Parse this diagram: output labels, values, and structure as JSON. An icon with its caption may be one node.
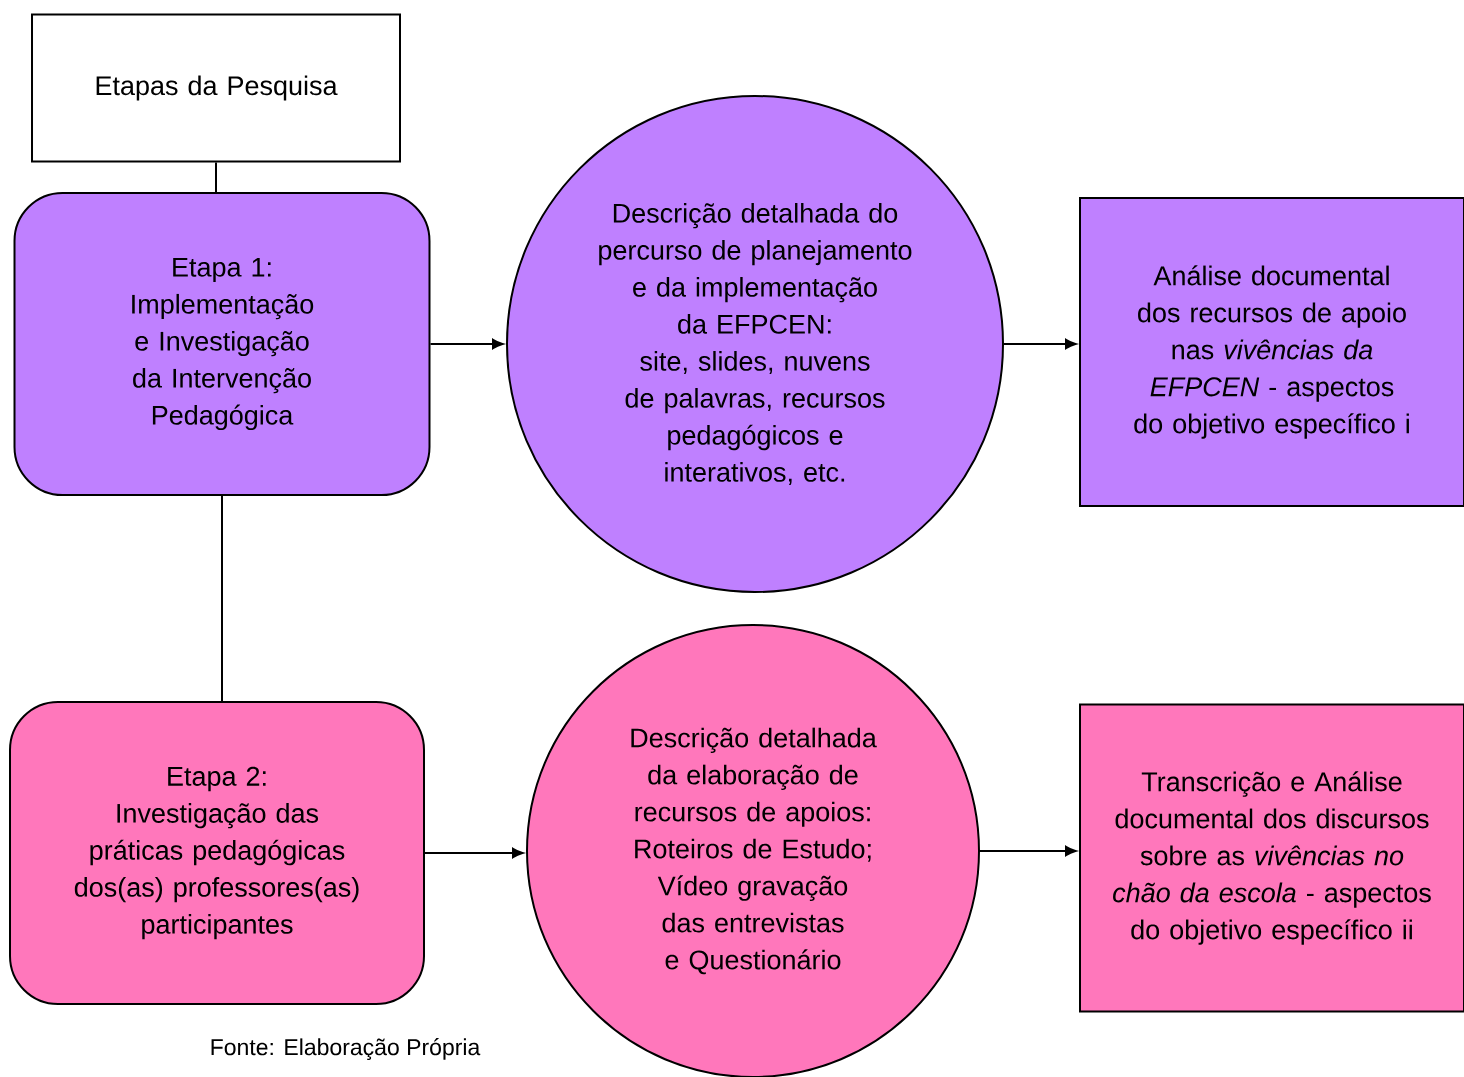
{
  "diagram": {
    "caption": "Fonte: Elaboração Própria",
    "nodes": [
      {
        "text": [
          "Etapas da Pesquisa"
        ]
      },
      {
        "text": [
          "Etapa 1:",
          "Implementação e Investigação da Intervenção Pedagógica"
        ]
      },
      {
        "text": [
          "Descrição detalhada do percurso de planejamento e da implementação da EFPCEN:",
          "site, slides, nuvens de palavras, recursos pedagógicos e interativos, etc."
        ]
      },
      {
        "text": [
          "Análise documental dos recursos de apoio nas *vivências da EFPCEN* - aspectos do objetivo específico i"
        ]
      },
      {
        "text": [
          "Etapa 2:",
          "Investigação das práticas pedagógicas dos(as) professores(as) participantes"
        ]
      },
      {
        "text": [
          "Descrição detalhada da elaboração de recursos de apoios:",
          "Roteiros de Estudo;",
          "Vídeo gravação das entrevistas e Questionário"
        ]
      },
      {
        "text": [
          "Transcrição e Análise documental dos discursos sobre as *vivências no chão da escola* - aspectos do objetivo específico ii"
        ]
      }
    ],
    "edges": [
      {
        "from": 0,
        "to": 1,
        "arrow": "none"
      },
      {
        "from": 1,
        "to": 4,
        "arrow": "none"
      },
      {
        "from": 1,
        "to": 2,
        "arrow": "to"
      },
      {
        "from": 2,
        "to": 3,
        "arrow": "to"
      },
      {
        "from": 4,
        "to": 5,
        "arrow": "to"
      },
      {
        "from": 5,
        "to": 6,
        "arrow": "to"
      }
    ]
  }
}
